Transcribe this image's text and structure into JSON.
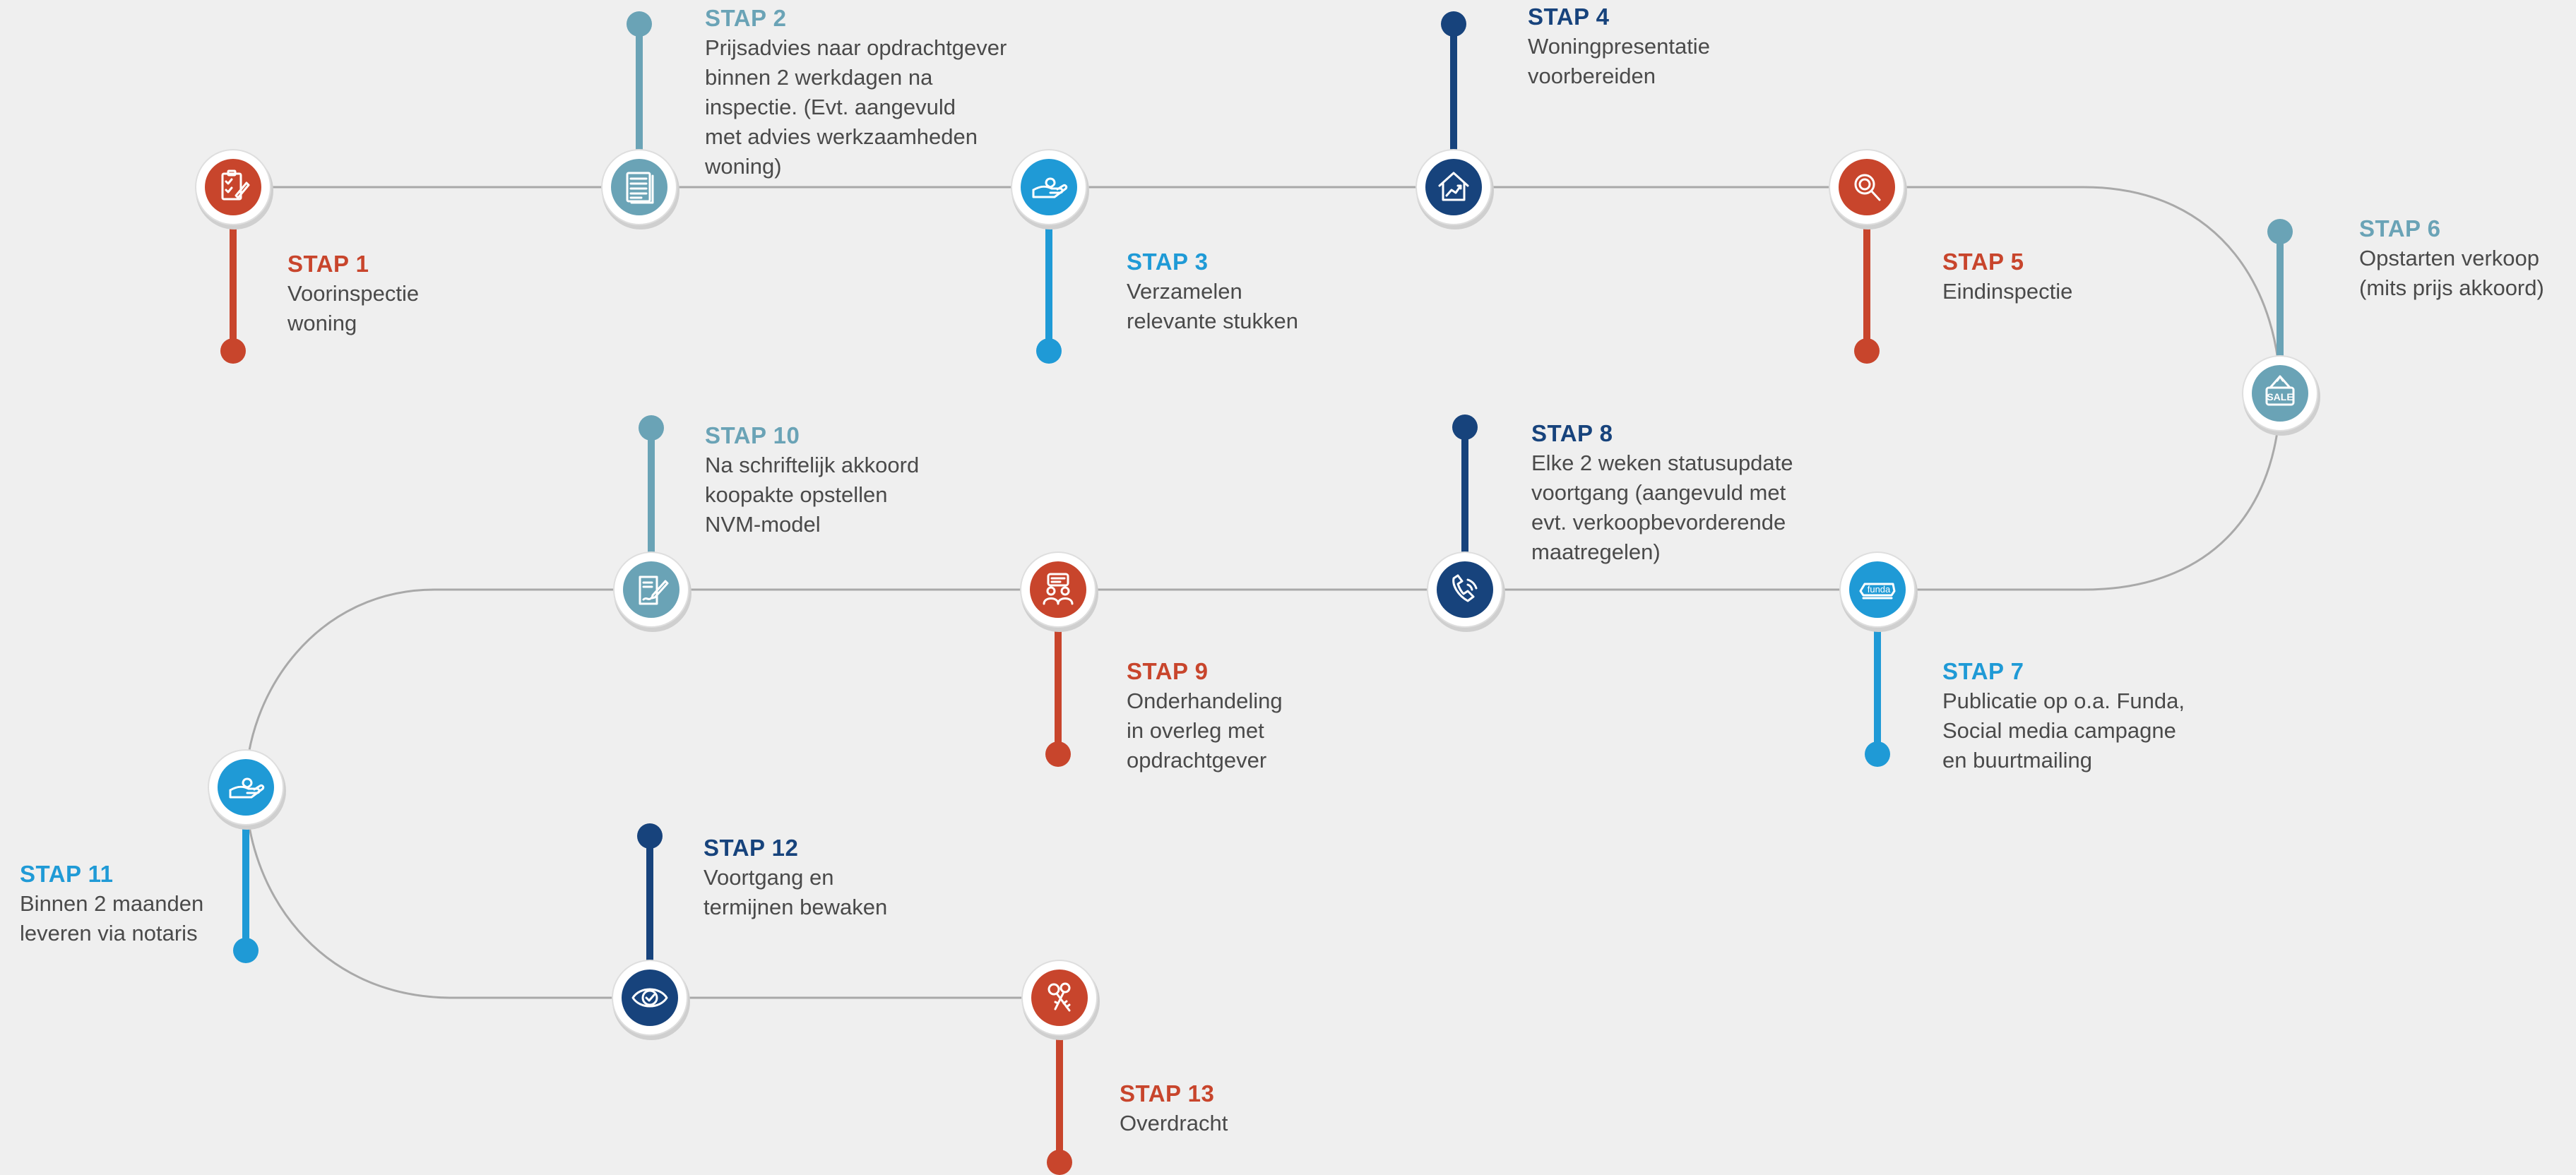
{
  "colors": {
    "red": "#c8452c",
    "blue": "#1f9ad6",
    "teal": "#6aa3b6",
    "navy": "#17437c",
    "line": "#a9a9a9",
    "background": "#efefef"
  },
  "steps": [
    {
      "title": "STAP 1",
      "desc": "Voorinspectie\nwoning",
      "color": "red",
      "icon": "checklist-pen-icon"
    },
    {
      "title": "STAP 2",
      "desc": "Prijsadvies naar opdrachtgever\nbinnen 2 werkdagen na\ninspectie. (Evt. aangevuld\nmet advies werkzaamheden\nwoning)",
      "color": "teal",
      "icon": "document-icon"
    },
    {
      "title": "STAP 3",
      "desc": "Verzamelen\nrelevante stukken",
      "color": "blue",
      "icon": "hand-receive-icon"
    },
    {
      "title": "STAP 4",
      "desc": "Woningpresentatie\nvoorbereiden",
      "color": "navy",
      "icon": "house-chart-icon"
    },
    {
      "title": "STAP 5",
      "desc": "Eindinspectie",
      "color": "red",
      "icon": "magnifier-icon"
    },
    {
      "title": "STAP 6",
      "desc": "Opstarten verkoop\n(mits prijs akkoord)",
      "color": "teal",
      "icon": "sale-sign-icon",
      "icon_text": "SALE"
    },
    {
      "title": "STAP 7",
      "desc": "Publicatie op o.a. Funda,\nSocial media campagne\nen buurtmailing",
      "color": "blue",
      "icon": "funda-icon",
      "icon_text": "funda"
    },
    {
      "title": "STAP 8",
      "desc": "Elke 2 weken statusupdate\nvoortgang (aangevuld met\nevt. verkoopbevorderende\nmaatregelen)",
      "color": "navy",
      "icon": "phone-icon"
    },
    {
      "title": "STAP 9",
      "desc": "Onderhandeling\nin overleg met\nopdrachtgever",
      "color": "red",
      "icon": "negotiation-icon"
    },
    {
      "title": "STAP 10",
      "desc": "Na schriftelijk akkoord\nkoopakte opstellen\nNVM-model",
      "color": "teal",
      "icon": "contract-pen-icon"
    },
    {
      "title": "STAP 11",
      "desc": "Binnen 2 maanden\nleveren via notaris",
      "color": "blue",
      "icon": "hand-receive-icon"
    },
    {
      "title": "STAP 12",
      "desc": "Voortgang en\ntermijnen bewaken",
      "color": "navy",
      "icon": "eye-check-icon"
    },
    {
      "title": "STAP 13",
      "desc": "Overdracht",
      "color": "red",
      "icon": "keys-icon"
    }
  ]
}
